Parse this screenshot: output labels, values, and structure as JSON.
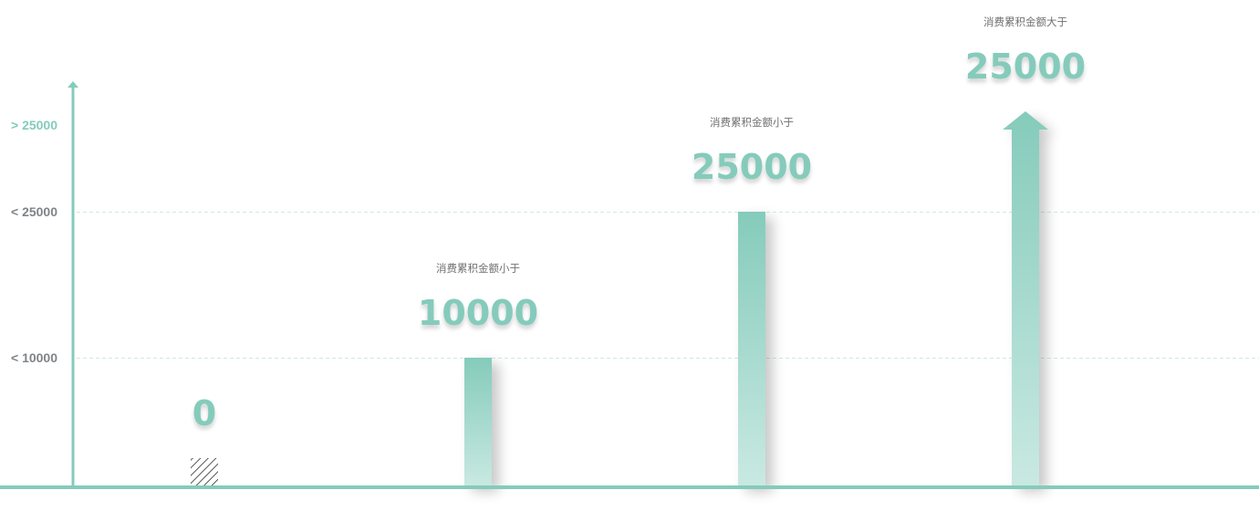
{
  "chart_data": {
    "type": "bar",
    "y_axis": {
      "scale": "categorical",
      "levels": [
        "0",
        "< 10000",
        "< 25000",
        "> 25000"
      ],
      "tick_labels": [
        {
          "text": "> 25000",
          "level": 3,
          "emphasis": true
        },
        {
          "text": "< 25000",
          "level": 2,
          "emphasis": false
        },
        {
          "text": "< 10000",
          "level": 1,
          "emphasis": false
        }
      ],
      "gridlines_at_levels": [
        1,
        2
      ]
    },
    "bars": [
      {
        "value_label": "0",
        "caption": "",
        "level": 0,
        "style": "hatched"
      },
      {
        "value_label": "10000",
        "caption": "消费累积金额小于",
        "level": 1,
        "style": "solid"
      },
      {
        "value_label": "25000",
        "caption": "消费累积金额小于",
        "level": 2,
        "style": "solid"
      },
      {
        "value_label": "25000",
        "caption": "消费累积金额大于",
        "level": 3,
        "style": "arrow"
      }
    ],
    "grid": true,
    "legend": "none"
  },
  "colors": {
    "accent": "#85cbbb",
    "accent_light": "#c9e9e2",
    "grid": "#cfe9e2",
    "muted_text": "#7f8487",
    "caption_text": "#6f6f6f"
  }
}
